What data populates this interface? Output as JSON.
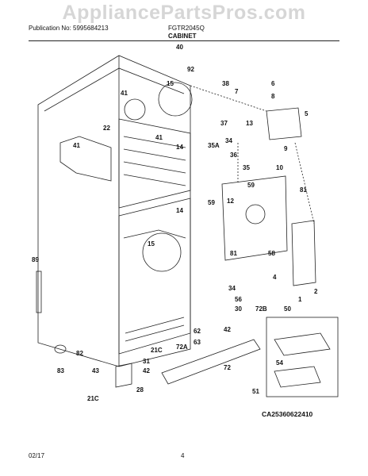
{
  "header": {
    "watermark": "AppliancePartsPros.com",
    "publication": "Publication No: 5995684213",
    "model": "FGTR2045Q",
    "section": "CABINET"
  },
  "footer": {
    "date": "02/17",
    "page": "4",
    "code": "CA25360622410"
  },
  "callouts": {
    "c40": "40",
    "c92": "92",
    "c38": "38",
    "c15a": "15",
    "c6": "6",
    "c7": "7",
    "c41a": "41",
    "c8": "8",
    "c5": "5",
    "c13": "13",
    "c37": "37",
    "c22": "22",
    "c41b": "41",
    "c41c": "41",
    "c14a": "14",
    "c9": "9",
    "c35a": "35A",
    "c34a": "34",
    "c36": "36",
    "c35": "35",
    "c10": "10",
    "c59a": "59",
    "c59b": "59",
    "c12": "12",
    "c81a": "81",
    "c14b": "14",
    "c15b": "15",
    "c81b": "81",
    "c58": "58",
    "c89": "89",
    "c4": "4",
    "c34b": "34",
    "c56": "56",
    "c30": "30",
    "c72b": "72B",
    "c1": "1",
    "c2": "2",
    "c50": "50",
    "c62": "62",
    "c42a": "42",
    "c63": "63",
    "c21ca": "21C",
    "c72a": "72A",
    "c82": "82",
    "c31": "31",
    "c42b": "42",
    "c72": "72",
    "c54": "54",
    "c83": "83",
    "c43": "43",
    "c28": "28",
    "c51": "51",
    "c21cb": "21C"
  }
}
